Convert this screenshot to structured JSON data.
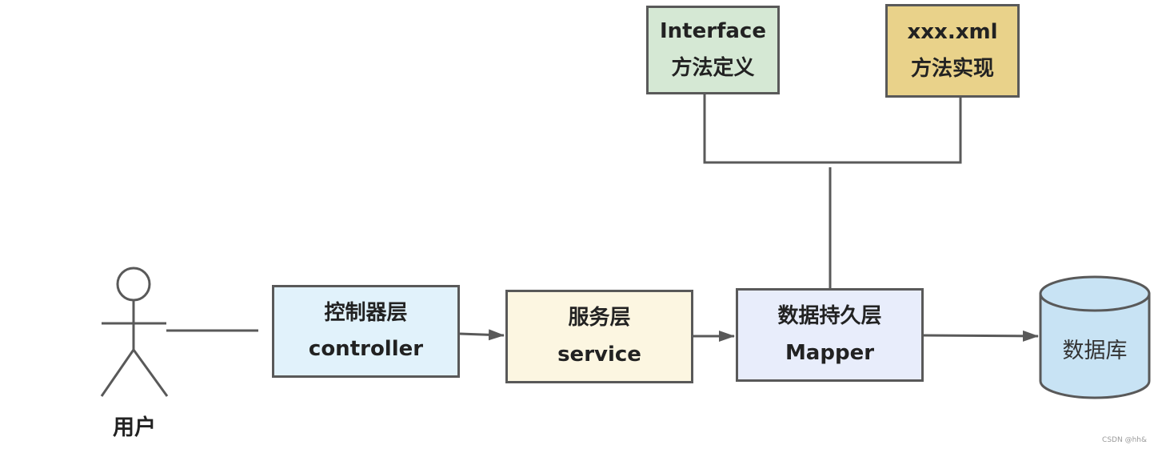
{
  "colors": {
    "line": "#595959",
    "interface_fill": "#d5e8d4",
    "xml_fill": "#e9d28a",
    "controller_fill": "#e1f2fb",
    "service_fill": "#fcf6e1",
    "mapper_fill": "#e8edfb",
    "database_fill": "#c8e3f4"
  },
  "icons": {
    "user": "stick-figure-icon",
    "database": "cylinder-database-icon"
  },
  "nodes": {
    "interface": {
      "line1": "Interface",
      "line2": "方法定义"
    },
    "xml": {
      "line1": "xxx.xml",
      "line2": "方法实现"
    },
    "controller": {
      "line1": "控制器层",
      "line2": "controller"
    },
    "service": {
      "line1": "服务层",
      "line2": "service"
    },
    "mapper": {
      "line1": "数据持久层",
      "line2": "Mapper"
    },
    "database": {
      "label": "数据库"
    },
    "user": {
      "label": "用户"
    }
  },
  "watermark": "CSDN @hh&"
}
